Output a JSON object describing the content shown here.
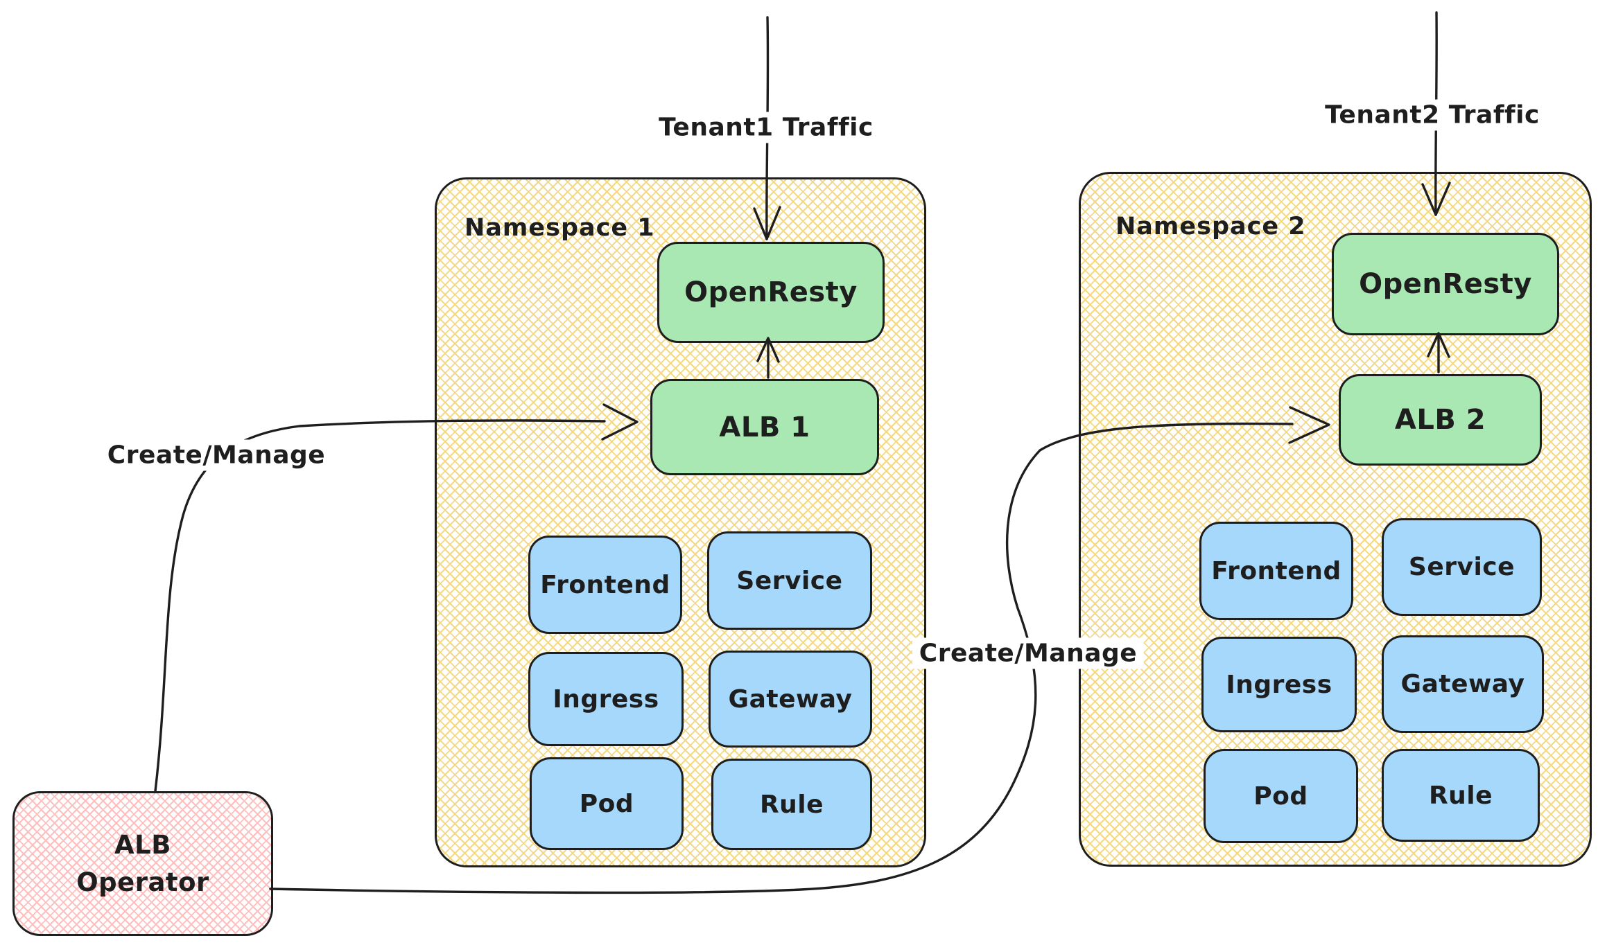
{
  "colors": {
    "stroke": "#1e1e1e",
    "green": "#a9e8b2",
    "blue": "#a5d8fa",
    "yellow_line": "#f3d985",
    "pink_line": "#ffbdbd"
  },
  "arrows": {
    "tenant1_label": "Tenant1 Traffic",
    "tenant2_label": "Tenant2 Traffic",
    "create_manage_left_label": "Create/Manage",
    "create_manage_right_label": "Create/Manage"
  },
  "namespaces": [
    {
      "title": "Namespace 1",
      "proxy": "OpenResty",
      "alb": "ALB 1",
      "resources": [
        "Frontend",
        "Service",
        "Ingress",
        "Gateway",
        "Pod",
        "Rule"
      ]
    },
    {
      "title": "Namespace 2",
      "proxy": "OpenResty",
      "alb": "ALB 2",
      "resources": [
        "Frontend",
        "Service",
        "Ingress",
        "Gateway",
        "Pod",
        "Rule"
      ]
    }
  ],
  "operator": {
    "line1": "ALB",
    "line2": "Operator"
  }
}
